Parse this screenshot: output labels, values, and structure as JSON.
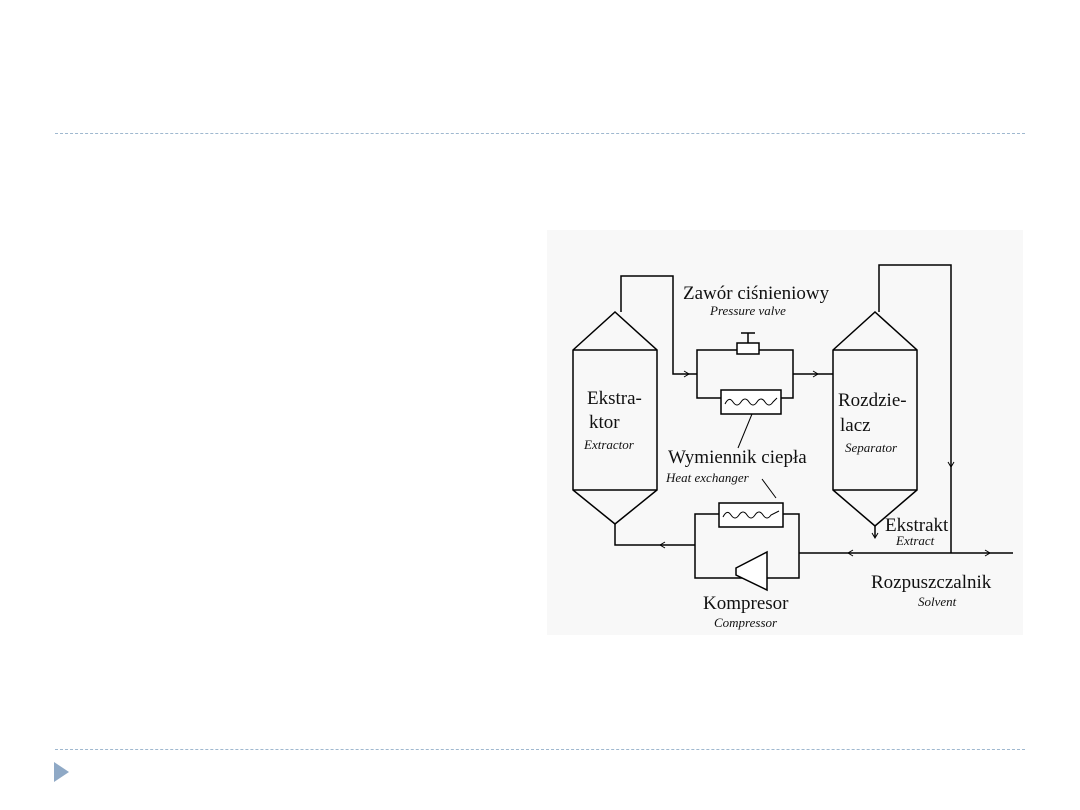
{
  "slide": {
    "nav_arrow_color": "#8fa9c6",
    "rule_color": "#9fb8cf"
  },
  "diagram": {
    "extractor": {
      "label_line1": "Ekstra-",
      "label_line2": "ktor",
      "sub": "Extractor"
    },
    "separator": {
      "label_line1": "Rozdzie-",
      "label_line2": "lacz",
      "sub": "Separator"
    },
    "pressure_valve": {
      "label": "Zawór ciśnieniowy",
      "sub": "Pressure valve"
    },
    "heat_exchanger": {
      "label": "Wymiennik ciepła",
      "sub": "Heat exchanger"
    },
    "extract": {
      "label": "Ekstrakt",
      "sub": "Extract"
    },
    "solvent": {
      "label": "Rozpuszczalnik",
      "sub": "Solvent"
    },
    "compressor": {
      "label": "Kompresor",
      "sub": "Compressor"
    }
  }
}
